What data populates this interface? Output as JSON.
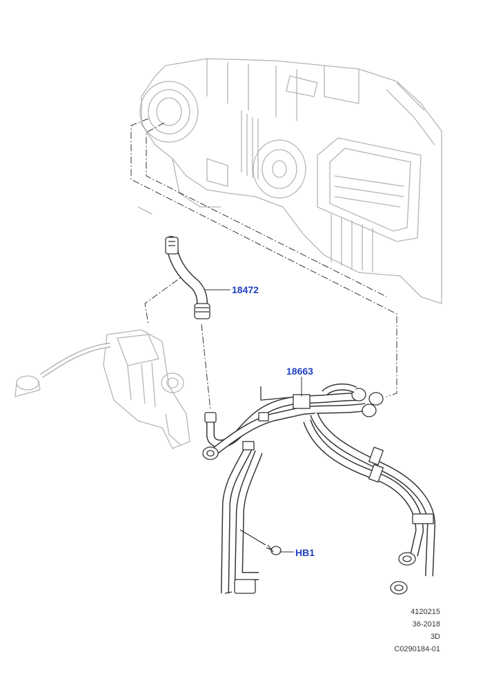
{
  "callouts": {
    "heater_hose": "18472",
    "hose_assembly": "18663",
    "bolt": "HB1"
  },
  "footer": {
    "line1": "4120215",
    "line2": "36-2018",
    "line3": "3D",
    "line4": "C0290184-01"
  },
  "colors": {
    "callout": "#1f3fbf",
    "line": "#333333",
    "ghost": "#b4b4b4"
  }
}
